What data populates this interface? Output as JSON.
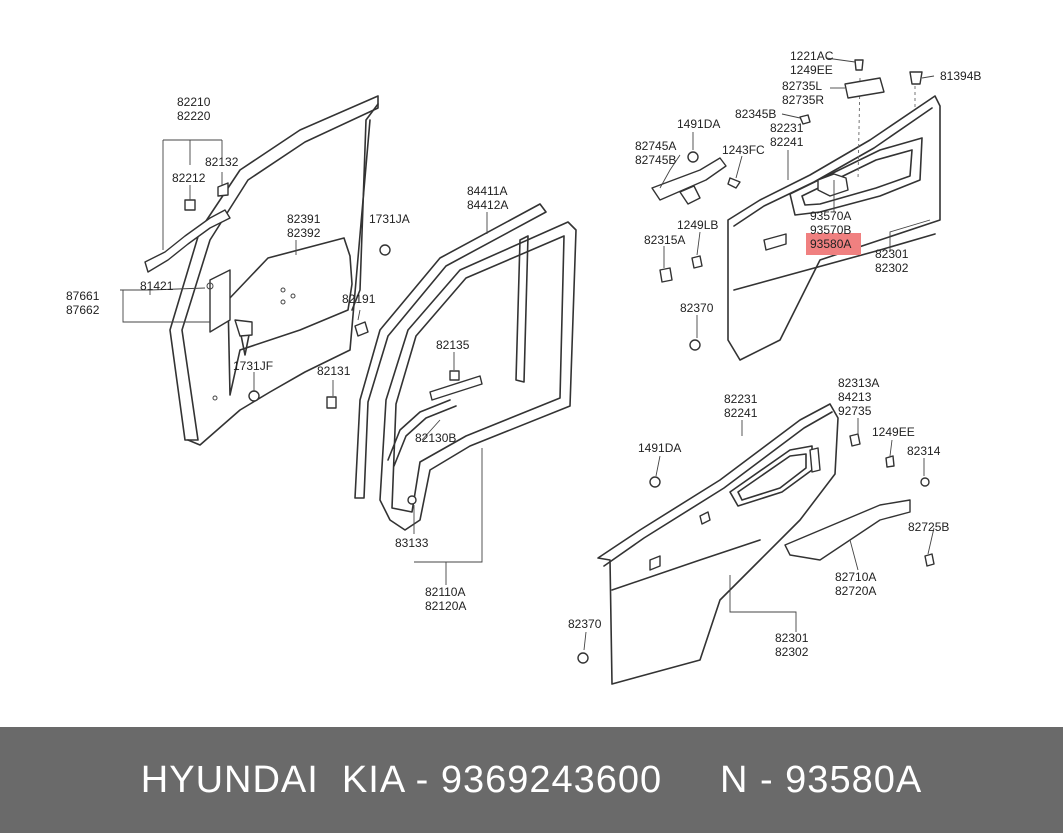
{
  "colors": {
    "highlight": "#f08080",
    "footer_bg": "#6a6a6a",
    "footer_text": "#ffffff"
  },
  "labels": {
    "l82210": "82210",
    "l82220": "82220",
    "l82132": "82132",
    "l82212": "82212",
    "l82391": "82391",
    "l82392": "82392",
    "l1731JA": "1731JA",
    "l87661": "87661",
    "l87662": "87662",
    "l81421": "81421",
    "l82191": "82191",
    "l1731JF": "1731JF",
    "l82131": "82131",
    "l84411A": "84411A",
    "l84412A": "84412A",
    "l82135": "82135",
    "l82130B": "82130B",
    "l83133": "83133",
    "l82110A": "82110A",
    "l82120A": "82120A",
    "l1221AC": "1221AC",
    "l1249EE_a": "1249EE",
    "l82735L": "82735L",
    "l82735R": "82735R",
    "l81394B": "81394B",
    "l1491DA_a": "1491DA",
    "l82345B": "82345B",
    "l82231_a": "82231",
    "l82241_a": "82241",
    "l82745A": "82745A",
    "l82745B": "82745B",
    "l1243FC": "1243FC",
    "l93570A": "93570A",
    "l93570B": "93570B",
    "l93580A": "93580A",
    "l1249LB": "1249LB",
    "l82315A": "82315A",
    "l82301_a": "82301",
    "l82302_a": "82302",
    "l82370_a": "82370",
    "l82313A": "82313A",
    "l84213": "84213",
    "l92735": "92735",
    "l82231_b": "82231",
    "l82241_b": "82241",
    "l1249EE_b": "1249EE",
    "l1491DA_b": "1491DA",
    "l82314": "82314",
    "l82725B": "82725B",
    "l82710A": "82710A",
    "l82720A": "82720A",
    "l82301_b": "82301",
    "l82302_b": "82302",
    "l82370_b": "82370"
  },
  "footer": {
    "text": "HYUNDAI  KIA - 9369243600     N - 93580A"
  }
}
